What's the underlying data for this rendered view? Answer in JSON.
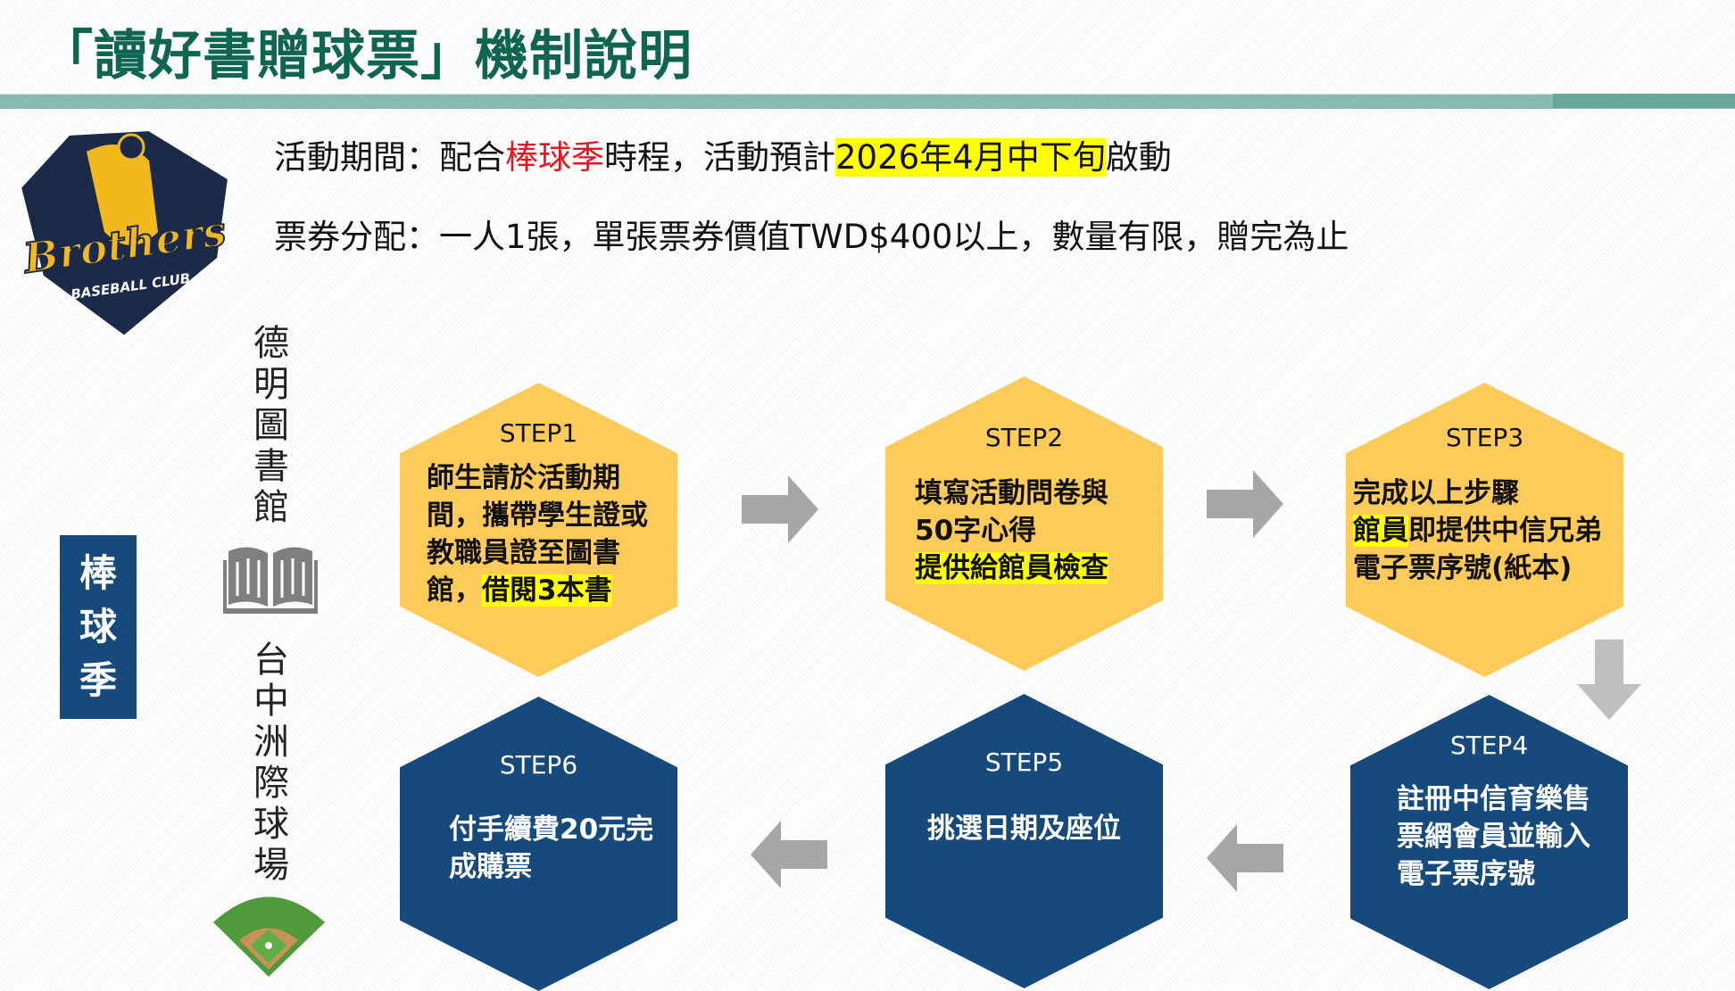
{
  "title": "「讀好書贈球票」機制說明",
  "info": {
    "line1": {
      "prefix": "活動期間：配合",
      "red": "棒球季",
      "middle": "時程，活動預計",
      "highlight": "2026年4月中下旬",
      "suffix": "啟動"
    },
    "line2": "票券分配：一人1張，單張票券價值TWD$400以上，數量有限，贈完為止"
  },
  "logo": {
    "name": "Brothers",
    "sub": "BASEBALL CLUB"
  },
  "venue": {
    "library": "德明圖書館",
    "stadium": "台中洲際球場"
  },
  "season_label": "棒球季",
  "steps": [
    {
      "label": "STEP1",
      "text": "師生請於活動期間，攜帶學生證或教職員證至圖書館，",
      "highlight": "借閱3本書"
    },
    {
      "label": "STEP2",
      "text": "填寫活動問卷與50字心得",
      "highlight": "提供給館員檢查"
    },
    {
      "label": "STEP3",
      "text_a": "完成以上步驟",
      "highlight": "館員",
      "text_b": "即提供中信兄弟電子票序號(紙本)"
    },
    {
      "label": "STEP4",
      "text": "註冊中信育樂售票網會員並輸入電子票序號"
    },
    {
      "label": "STEP5",
      "text": "挑選日期及座位"
    },
    {
      "label": "STEP6",
      "text": "付手續費20元完成購票"
    }
  ],
  "colors": {
    "title": "#0f6650",
    "yellow": "#fecb5a",
    "navy": "#174a7c",
    "arrow": "#a6a6a6",
    "highlight": "#ffff00"
  }
}
